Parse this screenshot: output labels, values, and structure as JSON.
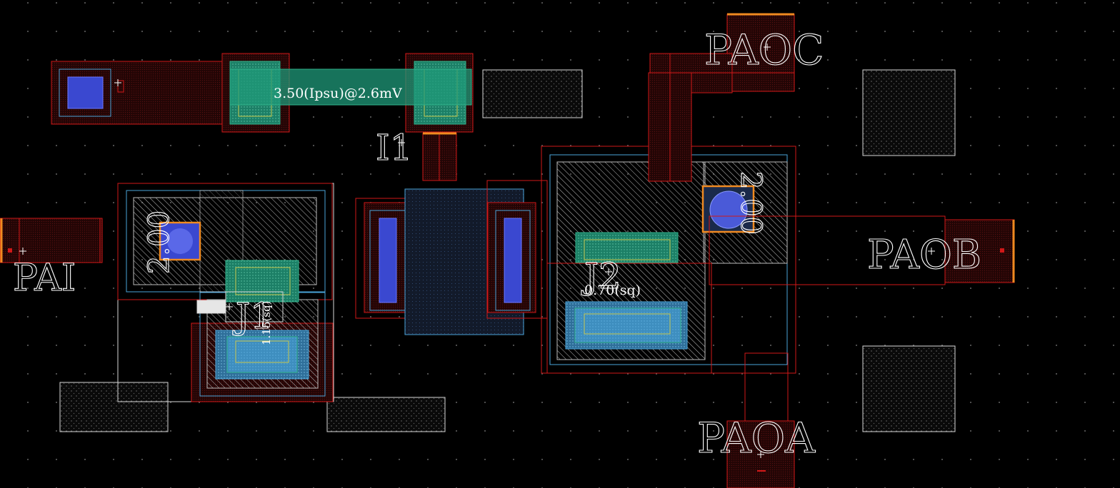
{
  "labels": {
    "pin_pai": "PAI",
    "pin_paoc": "PAOC",
    "pin_paob": "PAOB",
    "pin_paoa": "PAOA",
    "inst_i1": "I1",
    "inst_j1": "J1",
    "inst_j2": "J2",
    "bias_note": "3.50(Ipsu)@2.6mV",
    "j1_area": "1.15(sq)",
    "j2_area": "0.70(sq)",
    "via_left": "2.00",
    "via_right": "2.00"
  },
  "colors": {
    "background": "#000000",
    "grid_dot": "#5a5a5a",
    "metal_outline": "#d01818",
    "metal_fill": "#2a0606",
    "pad_outline": "#d8d8d8",
    "contact_blue": "#3a48d0",
    "resistor_green": "#1f9a7a",
    "layer_cyan": "#4aa3d8",
    "layer_yellow": "#c8c850",
    "via_orange": "#f08a20",
    "text": "#ffffff"
  }
}
